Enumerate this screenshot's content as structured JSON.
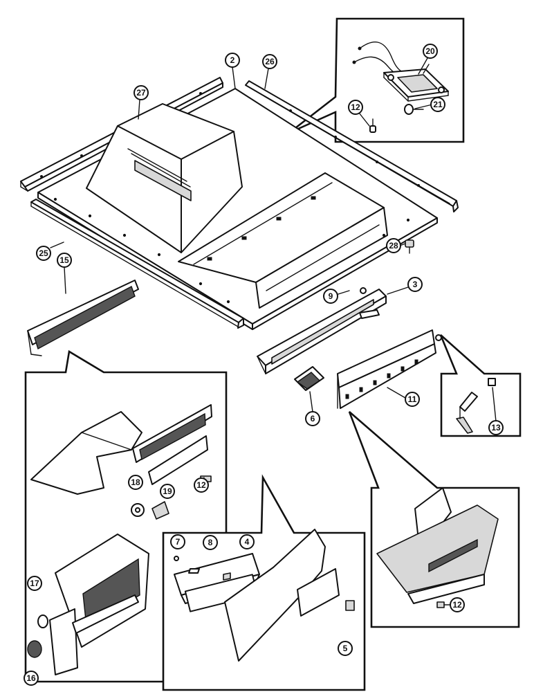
{
  "diagram": {
    "callouts": {
      "c2": "2",
      "c3": "3",
      "c4": "4",
      "c5": "5",
      "c6": "6",
      "c7": "7",
      "c8": "8",
      "c9": "9",
      "c11": "11",
      "c12a": "12",
      "c12b": "12",
      "c12c": "12",
      "c13": "13",
      "c15": "15",
      "c16": "16",
      "c17": "17",
      "c18": "18",
      "c19": "19",
      "c20": "20",
      "c21": "21",
      "c25": "25",
      "c26": "26",
      "c27": "27",
      "c28": "28"
    }
  }
}
